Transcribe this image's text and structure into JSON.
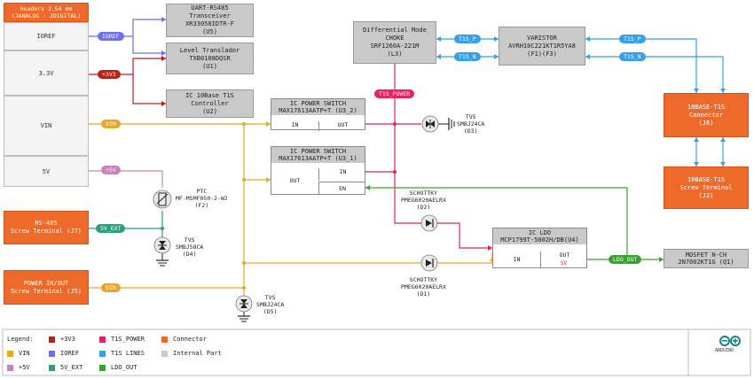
{
  "colors": {
    "ioref": "#6b6ff0",
    "v3v3": "#b42318",
    "vin": "#e7a72c",
    "v5": "#c884b8",
    "v5ext": "#2e9e80",
    "ldo_out": "#3aa32f",
    "t1s_lines": "#3a9ee4",
    "t1s_power": "#e0245e",
    "connector": "#ee6a2a",
    "internal": "#c9c9c9"
  },
  "headers": {
    "title": "Headers 2.54 mm",
    "subtitle": "(JANALOG - JDIGITAL)",
    "rows": [
      "IOREF",
      "3.3V",
      "VIN",
      "5V"
    ]
  },
  "nets": {
    "ioref": "IOREF",
    "v3v3": "+3V3",
    "vin": "VIN",
    "v5": "+5V",
    "v5ext": "5V_EXT",
    "t1s_p": "T1S_P",
    "t1s_n": "T1S_N",
    "t1s_power": "T1S_POWER",
    "ldo_out": "LDO_OUT"
  },
  "blocks": {
    "uart": [
      "UART-RS485",
      "Transceiver",
      "XR33058IDTR-F",
      "(U5)"
    ],
    "translator": [
      "Level Translador",
      "TXB0108DQSR",
      "(U1)"
    ],
    "ic10base": [
      "IC 10Base T1S",
      "Controller",
      "(U2)"
    ],
    "choke": [
      "Differential Mode",
      "CHOKE",
      "SRF1260A-221M",
      "(L3)"
    ],
    "varistor": [
      "VARISTOR",
      "AVRH10C221KT1R5YA8",
      "(F1)(F3)"
    ],
    "conn_j6": [
      "10BASE-T1S",
      "Connector",
      "(J6)"
    ],
    "conn_j2": [
      "10BASE-T1S",
      "Screw Terminal",
      "(J2)"
    ],
    "rs485": [
      "RS-485",
      "Screw Terminal (J7)"
    ],
    "power_io": [
      "POWER IN/OUT",
      "Screw Terminal (J5)"
    ],
    "mosfet": [
      "MOSFET N-CH",
      "2N7002KT1G (Q1)"
    ]
  },
  "switch_u32": {
    "title": [
      "IC POWER SWITCH",
      "MAX17613AATP+T (U3_2)"
    ],
    "in": "IN",
    "out": "OUT"
  },
  "switch_u31": {
    "title": [
      "IC POWER SWITCH",
      "MAX17613AATP+T (U3_1)"
    ],
    "out": "OUT",
    "in": "IN",
    "en": "EN"
  },
  "ldo": {
    "title": [
      "IC LDO",
      "MCP1799T-5002H/DB(U4)"
    ],
    "in": "IN",
    "out": "OUT",
    "out_sub": "5V"
  },
  "parts": {
    "tvs_d3": [
      "TVS",
      "SMBJ24CA",
      "(D3)"
    ],
    "ptc_f2": [
      "PTC",
      "MF-MSMF050-2-W2",
      "(F2)"
    ],
    "tvs_d4": [
      "TVS",
      "SMBJ58CA",
      "(D4)"
    ],
    "schottky_d2": [
      "SCHOTTKY",
      "PMEG6020AELRX",
      "(D2)"
    ],
    "schottky_d1": [
      "SCHOTTKY",
      "PMEG6020AELRX",
      "(D1)"
    ],
    "tvs_d5": [
      "TVS",
      "SMBJ24CA",
      "(D5)"
    ]
  },
  "legend": {
    "title": "Legend:",
    "items": [
      {
        "label": "+3V3",
        "color": "#b42318"
      },
      {
        "label": "T1S_POWER",
        "color": "#e0245e"
      },
      {
        "label": "Connector",
        "color": "#ee6a2a"
      },
      {
        "label": "VIN",
        "color": "#e7a72c"
      },
      {
        "label": "IOREF",
        "color": "#6b6ff0"
      },
      {
        "label": "T1S LINES",
        "color": "#3a9ee4"
      },
      {
        "label": "Internal Part",
        "color": "#c9c9c9"
      },
      {
        "label": "+5V",
        "color": "#c884b8"
      },
      {
        "label": "5V_EXT",
        "color": "#2e9e80"
      },
      {
        "label": "LDO_OUT",
        "color": "#3aa32f"
      }
    ]
  },
  "titleblock": {
    "brand": "ARDUINO"
  }
}
